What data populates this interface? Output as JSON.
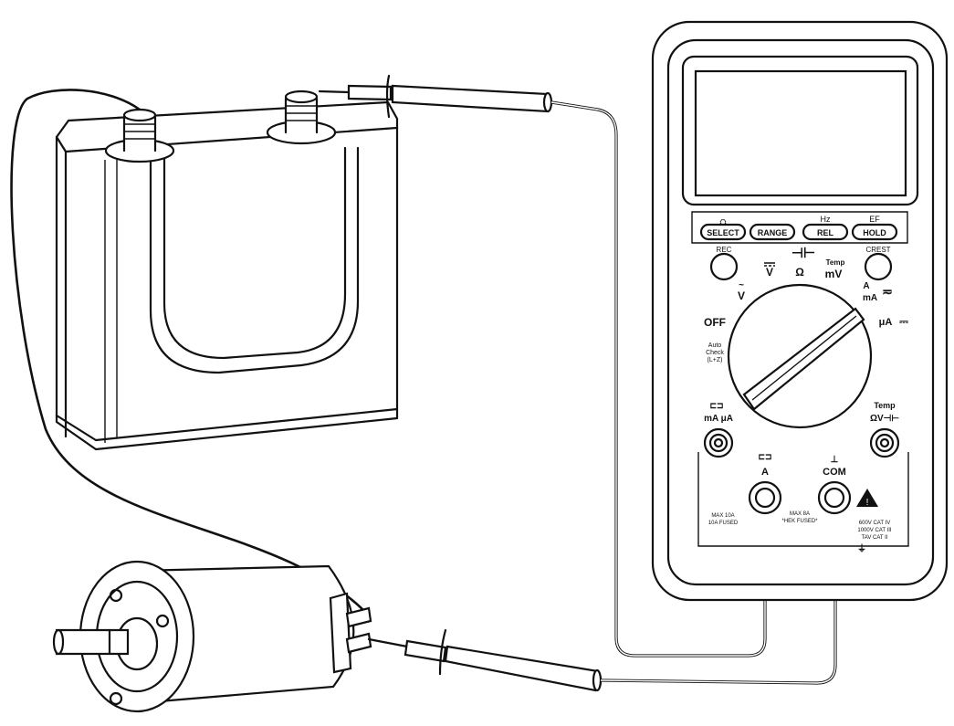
{
  "meter": {
    "buttons": [
      {
        "label": "SELECT",
        "top": ""
      },
      {
        "label": "RANGE",
        "top": ""
      },
      {
        "label": "REL",
        "top": "Hz"
      },
      {
        "label": "HOLD",
        "top": "EF"
      }
    ],
    "rec_label": "REC",
    "crest_label": "CREST",
    "dial": {
      "off": "OFF",
      "ac_v": "V",
      "dc_v": "V",
      "ohm": "Ω",
      "temp": "Temp",
      "mv": "mV",
      "a": "A",
      "ma": "mA",
      "ua": "μA",
      "auto_check": [
        "Auto",
        "Check",
        "(L+Z)"
      ]
    },
    "jacks": {
      "ma_ua": "mA μA",
      "a": "A",
      "com": "COM",
      "temp": "Temp",
      "ohm_v": "ΩV⊣⊢"
    },
    "small_print": {
      "left": [
        "MAX 10A",
        "10A FUSED"
      ],
      "mid": [
        "MAX 8A",
        "*HEK FUSED*"
      ],
      "right": [
        "600V CAT IV",
        "1000V CAT III",
        "TAV CAT II"
      ]
    }
  }
}
